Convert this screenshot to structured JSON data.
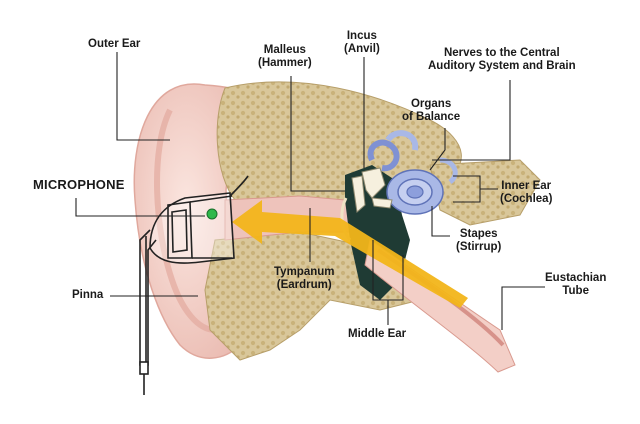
{
  "labels": {
    "outer_ear": "Outer Ear",
    "malleus_1": "Malleus",
    "malleus_2": "(Hammer)",
    "incus_1": "Incus",
    "incus_2": "(Anvil)",
    "nerves_1": "Nerves to the Central",
    "nerves_2": "Auditory System and Brain",
    "organs_1": "Organs",
    "organs_2": "of Balance",
    "microphone": "MICROPHONE",
    "inner_1": "Inner Ear",
    "inner_2": "(Cochlea)",
    "stapes_1": "Stapes",
    "stapes_2": "(Stirrup)",
    "tympanum_1": "Tympanum",
    "tympanum_2": "(Eardrum)",
    "eustachian_1": "Eustachian",
    "eustachian_2": "Tube",
    "pinna": "Pinna",
    "middle_ear": "Middle Ear"
  },
  "colors": {
    "skin": "#f5d6cf",
    "skin_shade": "#e8b6ad",
    "bone": "#d9c79a",
    "bone_dark": "#b79f6a",
    "cochlea": "#a9b8e6",
    "cochlea_dark": "#5f73b8",
    "cavity": "#1f3b34",
    "arrow": "#f2b51a",
    "device": "#222222",
    "mic_dot": "#2fb84a",
    "leader": "#222222"
  }
}
